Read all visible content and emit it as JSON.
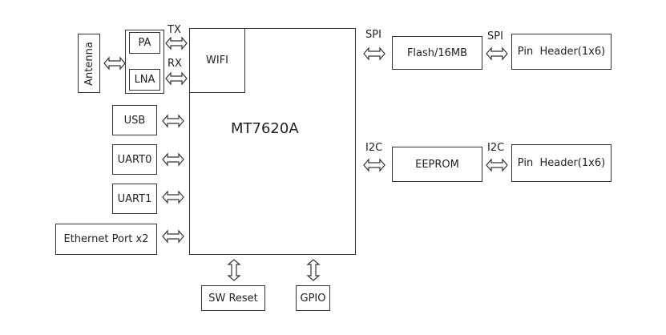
{
  "chip": {
    "label": "MT7620A",
    "wifi_label": "WIFI"
  },
  "left": {
    "antenna": "Antenna",
    "pa": "PA",
    "lna": "LNA",
    "tx": "TX",
    "rx": "RX",
    "usb": "USB",
    "uart0": "UART0",
    "uart1": "UART1",
    "ethernet": "Ethernet Port x2"
  },
  "bottom": {
    "reset": "SW Reset",
    "gpio": "GPIO"
  },
  "right": {
    "spi_left": "SPI",
    "flash": "Flash/16MB",
    "spi_right": "SPI",
    "pin_header_top": "Pin  Header(1x6)",
    "i2c_left": "I2C",
    "eeprom": "EEPROM",
    "i2c_right": "I2C",
    "pin_header_bottom": "Pin  Header(1x6)"
  }
}
